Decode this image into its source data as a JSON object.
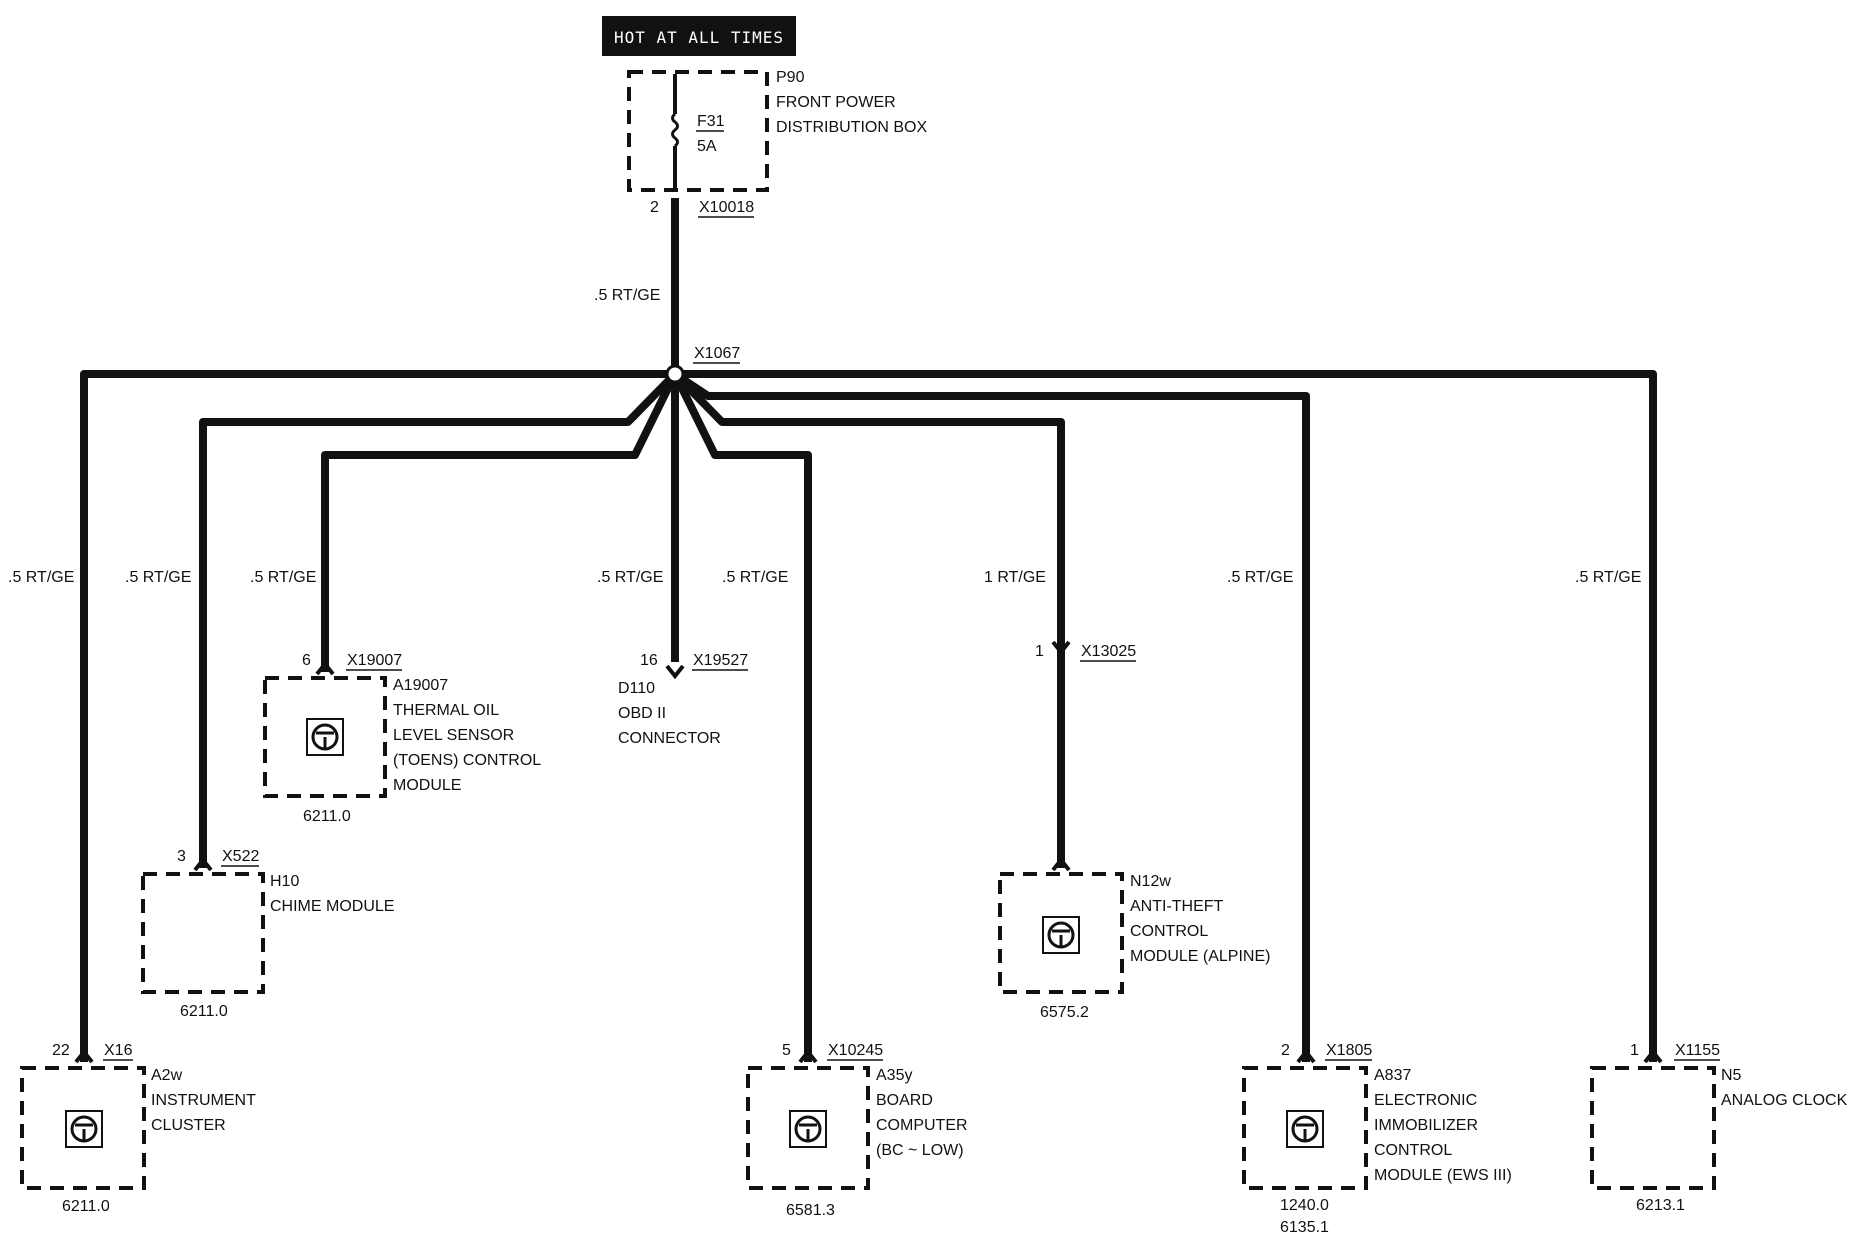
{
  "header": {
    "label": "HOT AT ALL TIMES"
  },
  "fuse_box": {
    "code": "P90",
    "name_line1": "FRONT POWER",
    "name_line2": "DISTRIBUTION BOX",
    "fuse": "F31",
    "rating": "5A",
    "pin": "2",
    "connector": "X10018"
  },
  "feed_wire": ".5 RT/GE",
  "splice": "X1067",
  "branches": {
    "instrument_cluster": {
      "wire": ".5 RT/GE",
      "pin": "22",
      "connector": "X16",
      "code": "A2w",
      "lines": [
        "INSTRUMENT",
        "CLUSTER"
      ],
      "ref": "6211.0"
    },
    "chime": {
      "wire": ".5 RT/GE",
      "pin": "3",
      "connector": "X522",
      "code": "H10",
      "lines": [
        "CHIME MODULE"
      ],
      "ref": "6211.0"
    },
    "toens": {
      "wire": ".5 RT/GE",
      "pin": "6",
      "connector": "X19007",
      "code": "A19007",
      "lines": [
        "THERMAL OIL",
        "LEVEL SENSOR",
        "(TOENS) CONTROL",
        "MODULE"
      ],
      "ref": "6211.0"
    },
    "obd": {
      "wire": ".5 RT/GE",
      "pin": "16",
      "connector": "X19527",
      "code": "D110",
      "lines": [
        "OBD II",
        "CONNECTOR"
      ]
    },
    "board_computer": {
      "wire": ".5 RT/GE",
      "pin": "5",
      "connector": "X10245",
      "code": "A35y",
      "lines": [
        "BOARD",
        "COMPUTER",
        "(BC ~ LOW)"
      ],
      "ref": "6581.3"
    },
    "anti_theft": {
      "wire": "1 RT/GE",
      "pin": "1",
      "connector": "X13025",
      "code": "N12w",
      "lines": [
        "ANTI-THEFT",
        "CONTROL",
        "MODULE (ALPINE)"
      ],
      "ref": "6575.2"
    },
    "immobilizer": {
      "wire": ".5 RT/GE",
      "pin": "2",
      "connector": "X1805",
      "code": "A837",
      "lines": [
        "ELECTRONIC",
        "IMMOBILIZER",
        "CONTROL",
        "MODULE (EWS III)"
      ],
      "ref": "1240.0",
      "ref2": "6135.1"
    },
    "clock": {
      "wire": ".5 RT/GE",
      "pin": "1",
      "connector": "X1155",
      "code": "N5",
      "lines": [
        "ANALOG CLOCK"
      ],
      "ref": "6213.1"
    }
  },
  "colors": {
    "ink": "#111111",
    "paper": "#ffffff"
  }
}
